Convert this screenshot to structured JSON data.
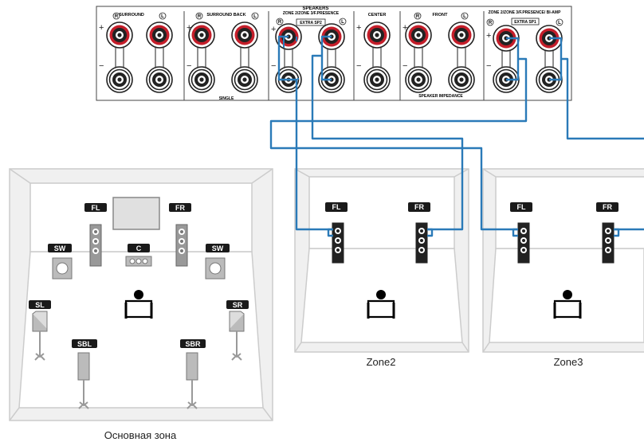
{
  "panel": {
    "title": "SPEAKERS",
    "groups": [
      {
        "label": "SURROUND"
      },
      {
        "label": "SURROUND BACK",
        "sub": "SINGLE"
      },
      {
        "label": "ZONE 2/ZONE 3/F.PRESENCE",
        "badge": "EXTRA SP2"
      },
      {
        "label": "CENTER"
      },
      {
        "label": "FRONT",
        "sub": "SPEAKER IMPEDANCE"
      },
      {
        "label": "ZONE 2/ZONE 3/F.PRESENCE/ BI-AMP",
        "badge": "EXTRA SP1"
      }
    ],
    "channel_r": "R",
    "channel_l": "L",
    "plus": "+",
    "minus": "−"
  },
  "rooms": {
    "main": {
      "caption": "Основная зона",
      "speakers": {
        "fl": "FL",
        "fr": "FR",
        "c": "C",
        "sw_l": "SW",
        "sw_r": "SW",
        "sl": "SL",
        "sr": "SR",
        "sbl": "SBL",
        "sbr": "SBR"
      }
    },
    "zone2": {
      "caption": "Zone2",
      "fl": "FL",
      "fr": "FR"
    },
    "zone3": {
      "caption": "Zone3",
      "fl": "FL",
      "fr": "FR"
    }
  },
  "colors": {
    "wire": "#2a7ab8",
    "terminal_red": "#c41e2a",
    "room_fill": "#f0f0f0",
    "room_edge": "#cccccc",
    "label_bg": "#1a1a1a"
  }
}
